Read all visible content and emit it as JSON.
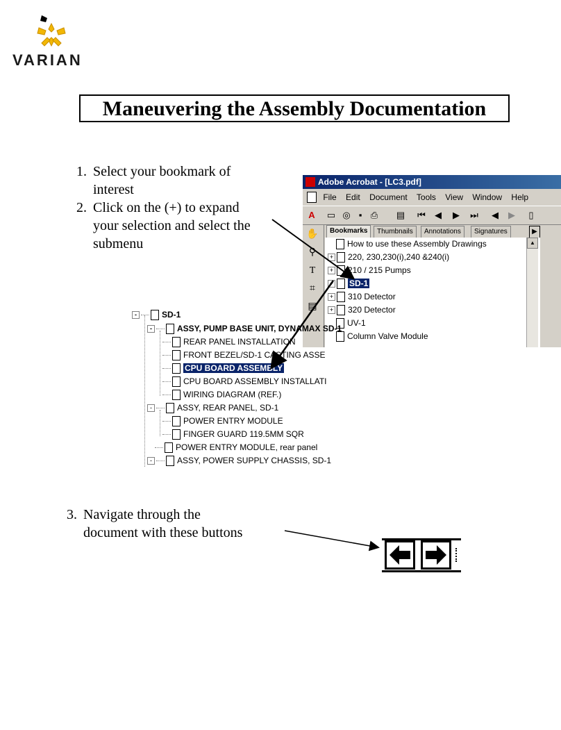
{
  "logo": {
    "text": "VARIAN",
    "icon": "star-burst-logo-icon",
    "color": "#f2b705"
  },
  "title": "Maneuvering the Assembly Documentation",
  "steps": [
    {
      "num": "1.",
      "lines": [
        "Select your bookmark of",
        "interest"
      ]
    },
    {
      "num": "2.",
      "lines": [
        "Click on the (+) to expand",
        "your selection and select the",
        "submenu"
      ]
    },
    {
      "num": "3.",
      "lines": [
        "Navigate through the",
        "document with these buttons"
      ]
    }
  ],
  "acrobat": {
    "window_title": "Adobe Acrobat - [LC3.pdf]",
    "menu": [
      "File",
      "Edit",
      "Document",
      "Tools",
      "View",
      "Window",
      "Help"
    ],
    "tabs": [
      "Bookmarks",
      "Thumbnails",
      "Annotations",
      "Signatures"
    ],
    "bookmarks": [
      {
        "label": "How to use these Assembly Drawings",
        "expander": ""
      },
      {
        "label": "220, 230,230(i),240 &240(i)",
        "expander": "+"
      },
      {
        "label": "210 / 215 Pumps",
        "expander": "+"
      },
      {
        "label": "SD-1",
        "expander": "+",
        "selected": true
      },
      {
        "label": "310 Detector",
        "expander": "+"
      },
      {
        "label": "320 Detector",
        "expander": "+"
      },
      {
        "label": "UV-1",
        "expander": ""
      },
      {
        "label": "Column Valve Module",
        "expander": ""
      }
    ]
  },
  "tree": [
    {
      "label": "SD-1",
      "level": 0,
      "expander": "-",
      "bold": true
    },
    {
      "label": "ASSY, PUMP BASE UNIT, DYNAMAX SD-1",
      "level": 1,
      "expander": "-",
      "bold": true
    },
    {
      "label": "REAR PANEL INSTALLATION",
      "level": 2
    },
    {
      "label": "FRONT BEZEL/SD-1 CASTING ASSE",
      "level": 2
    },
    {
      "label": "CPU BOARD ASSEMBLY",
      "level": 2,
      "selected": true
    },
    {
      "label": "CPU BOARD ASSEMBLY INSTALLATI",
      "level": 2
    },
    {
      "label": "WIRING DIAGRAM (REF.)",
      "level": 2
    },
    {
      "label": "ASSY, REAR PANEL, SD-1",
      "level": 1,
      "expander": "-"
    },
    {
      "label": "POWER ENTRY MODULE",
      "level": 2
    },
    {
      "label": "FINGER GUARD 119.5MM SQR",
      "level": 2
    },
    {
      "label": "POWER ENTRY MODULE, rear panel",
      "level": 1
    },
    {
      "label": "ASSY, POWER SUPPLY CHASSIS, SD-1",
      "level": 1,
      "expander": "-"
    }
  ],
  "nav_buttons": [
    {
      "name": "previous-view-button",
      "icon": "arrow-left-icon"
    },
    {
      "name": "next-view-button",
      "icon": "arrow-right-icon"
    }
  ]
}
